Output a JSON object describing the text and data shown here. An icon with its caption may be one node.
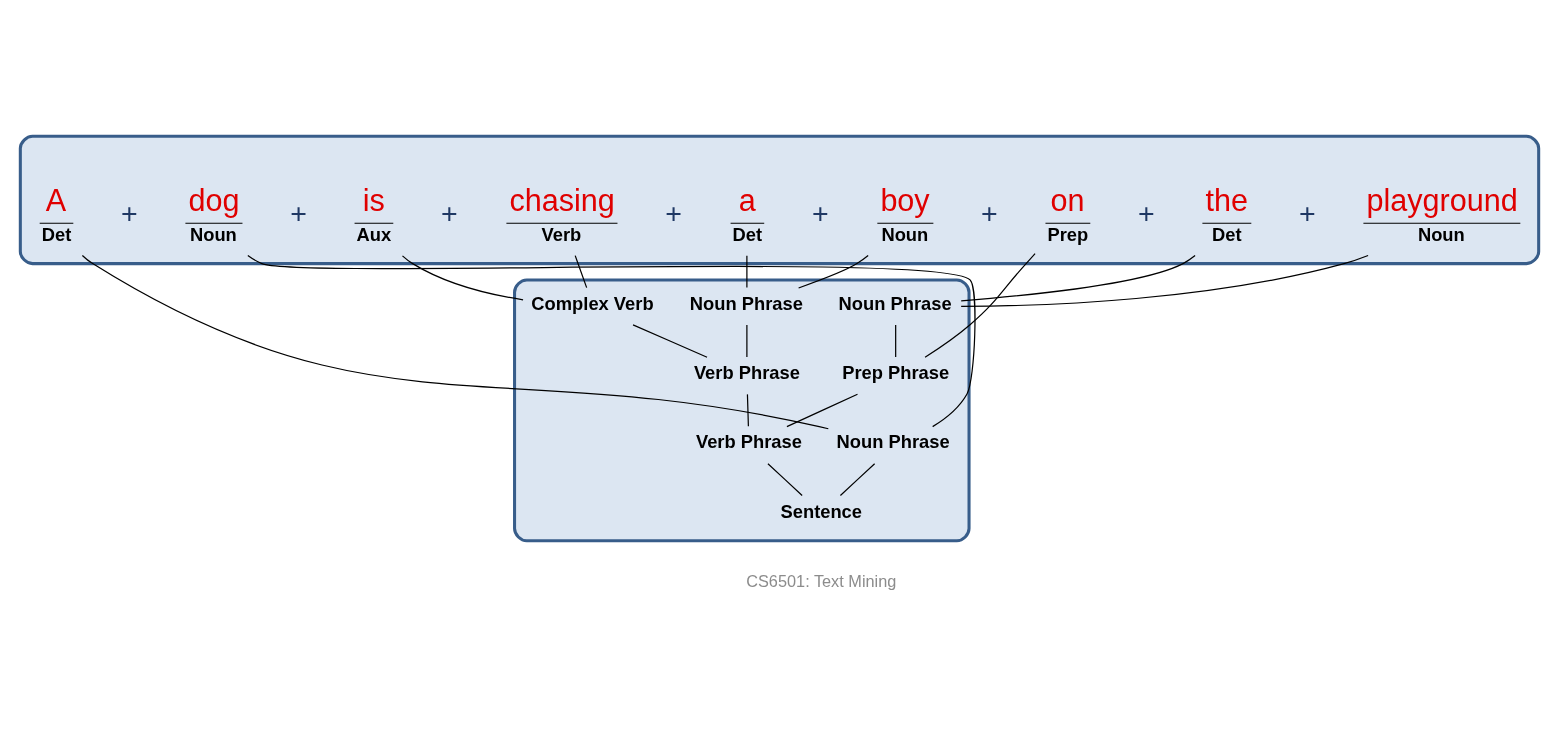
{
  "diagram": {
    "nodes": [
      {
        "text": [],
        "shape": "box"
      },
      {
        "text": [
          "A",
          "Det"
        ],
        "in": 0
      },
      {
        "text": [
          "dog",
          "Noun"
        ],
        "in": 0
      },
      {
        "text": [
          "is",
          "Aux"
        ],
        "in": 0
      },
      {
        "text": [
          "chasing",
          "Verb"
        ],
        "in": 0
      },
      {
        "text": [
          "a",
          "Det"
        ],
        "in": 0
      },
      {
        "text": [
          "boy",
          "Noun"
        ],
        "in": 0
      },
      {
        "text": [
          "on",
          "Prep"
        ],
        "in": 0
      },
      {
        "text": [
          "the",
          "Det"
        ],
        "in": 0
      },
      {
        "text": [
          "playground",
          "Noun"
        ],
        "in": 0
      },
      {
        "text": [],
        "shape": "box"
      },
      {
        "text": [
          "Noun Phrase"
        ],
        "in": 10
      },
      {
        "text": [
          "Complex Verb"
        ],
        "in": 10
      },
      {
        "text": [
          "Noun Phrase"
        ],
        "in": 10
      },
      {
        "text": [
          "Noun Phrase"
        ],
        "in": 10
      },
      {
        "text": [
          "Verb Phrase"
        ],
        "in": 10
      },
      {
        "text": [
          "Prep Phrase"
        ],
        "in": 10
      },
      {
        "text": [
          "Verb Phrase"
        ],
        "in": 10
      },
      {
        "text": [
          "Sentence"
        ],
        "in": 10
      }
    ],
    "edges": [
      {
        "from": 1,
        "to": 11,
        "arrow": "none"
      },
      {
        "from": 2,
        "to": 11,
        "arrow": "none"
      },
      {
        "from": 3,
        "to": 12,
        "arrow": "none"
      },
      {
        "from": 4,
        "to": 12,
        "arrow": "none"
      },
      {
        "from": 5,
        "to": 13,
        "arrow": "none"
      },
      {
        "from": 6,
        "to": 13,
        "arrow": "none"
      },
      {
        "from": 8,
        "to": 14,
        "arrow": "none"
      },
      {
        "from": 9,
        "to": 14,
        "arrow": "none"
      },
      {
        "from": 7,
        "to": 16,
        "arrow": "none"
      },
      {
        "from": 14,
        "to": 16,
        "arrow": "none"
      },
      {
        "from": 12,
        "to": 15,
        "arrow": "none"
      },
      {
        "from": 13,
        "to": 15,
        "arrow": "none"
      },
      {
        "from": 15,
        "to": 17,
        "arrow": "none"
      },
      {
        "from": 16,
        "to": 17,
        "arrow": "none"
      },
      {
        "from": 11,
        "to": 18,
        "arrow": "none"
      },
      {
        "from": 17,
        "to": 18,
        "arrow": "none"
      }
    ],
    "labels": [
      "+",
      "+",
      "+",
      "+",
      "+",
      "+",
      "+",
      "+",
      "CS6501: Text Mining"
    ]
  }
}
